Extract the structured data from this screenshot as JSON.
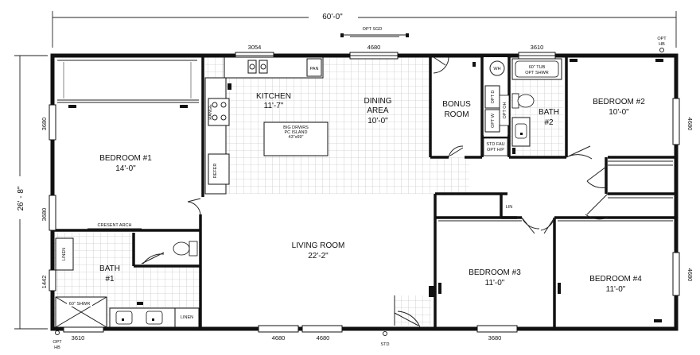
{
  "dimensions": {
    "overall_width": "60'-0\"",
    "overall_depth": "26' - 8\""
  },
  "rooms": {
    "kitchen": {
      "name": "KITCHEN",
      "size": "11'-7\""
    },
    "dining": {
      "name_line1": "DINING",
      "name_line2": "AREA",
      "size": "10'-0\""
    },
    "bonus": {
      "name_line1": "BONUS",
      "name_line2": "ROOM"
    },
    "bath2": {
      "name_line1": "BATH",
      "name_line2": "#2"
    },
    "bedroom2": {
      "name": "BEDROOM #2",
      "size": "10'-0\""
    },
    "bedroom1": {
      "name": "BEDROOM #1",
      "size": "14'-0\""
    },
    "living": {
      "name": "LIVING ROOM",
      "size": "22'-2\""
    },
    "bath1": {
      "name_line1": "BATH",
      "name_line2": "#1"
    },
    "bedroom3": {
      "name": "BEDROOM #3",
      "size": "11'-0\""
    },
    "bedroom4": {
      "name": "BEDROOM #4",
      "size": "11'-0\""
    }
  },
  "fixtures": {
    "opt_sgd": "OPT SGD",
    "pan": "PAN",
    "range": "RANGE",
    "refer": "REFER",
    "island_line1": "BIG DRWRS",
    "island_line2": "PC ISLAND",
    "island_line3": "43\"x69\"",
    "wh": "WH",
    "opt_d": "OPT D",
    "opt_w": "OPT W",
    "opt_oh": "OPT OH",
    "tub_line1": "60\" TUB",
    "tub_line2": "OPT SHWR",
    "std_fau_line1": "STD FAU",
    "std_fau_line2": "OPT H/P",
    "lin": "LIN",
    "linen_bath1": "LINEN",
    "linen_bottom": "LINEN",
    "shower": "60\" SHWR",
    "crescent_arch": "CRESENT ARCH",
    "std": "STD",
    "opt_hb": "OPT",
    "opt_hb2": "HB"
  },
  "window_sizes": {
    "top_kitchen": "3054",
    "top_dining": "4680",
    "top_bath2": "3610",
    "left_bed1_upper": "3680",
    "left_bed1_lower": "3680",
    "left_bath1": "1442",
    "right_bed2": "4680",
    "right_bed4": "4680",
    "bottom_bath1": "3610",
    "bottom_living1": "4680",
    "bottom_living2": "4680",
    "bottom_bed3": "3680"
  }
}
